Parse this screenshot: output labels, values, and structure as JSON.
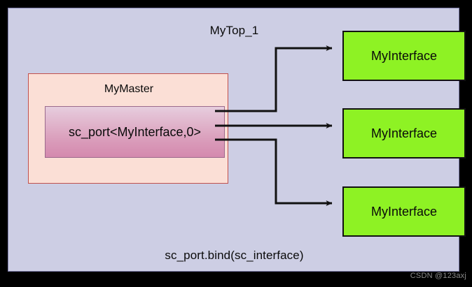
{
  "diagram": {
    "title": "MyTop_1",
    "footer": "sc_port.bind(sc_interface)",
    "colors": {
      "top_fill": "#cdcee4",
      "top_border": "#7b7ba8",
      "master_fill": "#fbdfd6",
      "master_border": "#c0504d",
      "port_gradient_top": "#e6cede",
      "port_gradient_bottom": "#d489ae",
      "port_border": "#9b6a8c",
      "interface_fill": "#8ef224",
      "interface_border": "#111111",
      "wire": "#111111",
      "canvas": "#000000"
    }
  },
  "master": {
    "title": "MyMaster",
    "port": {
      "label": "sc_port<MyInterface,0>"
    }
  },
  "interfaces": [
    {
      "label": "MyInterface"
    },
    {
      "label": "MyInterface"
    },
    {
      "label": "MyInterface"
    }
  ],
  "connections": [
    {
      "from": "sc_port",
      "to": "interface-0"
    },
    {
      "from": "sc_port",
      "to": "interface-1"
    },
    {
      "from": "sc_port",
      "to": "interface-2"
    }
  ],
  "watermark": {
    "text": "CSDN @123axj"
  }
}
